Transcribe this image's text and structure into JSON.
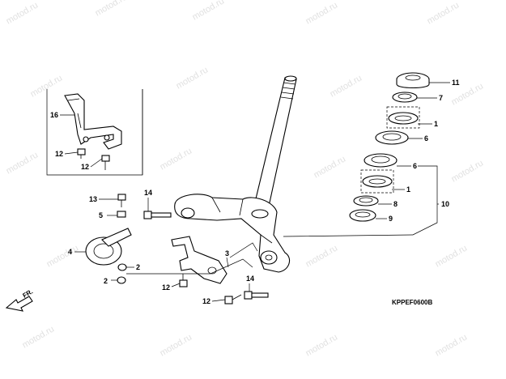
{
  "watermark": "motod.ru",
  "diagram_code": "KPPEF0600B",
  "direction_label": "FR.",
  "callouts": {
    "c16": "16",
    "c12a": "12",
    "c12b": "12",
    "c13": "13",
    "c5": "5",
    "c4": "4",
    "c2a": "2",
    "c2b": "2",
    "c14a": "14",
    "c3": "3",
    "c12c": "12",
    "c12d": "12",
    "c14b": "14",
    "c11": "11",
    "c7": "7",
    "c1a": "1",
    "c6a": "6",
    "c6b": "6",
    "c1b": "1",
    "c8": "8",
    "c10": "10",
    "c9": "9"
  }
}
